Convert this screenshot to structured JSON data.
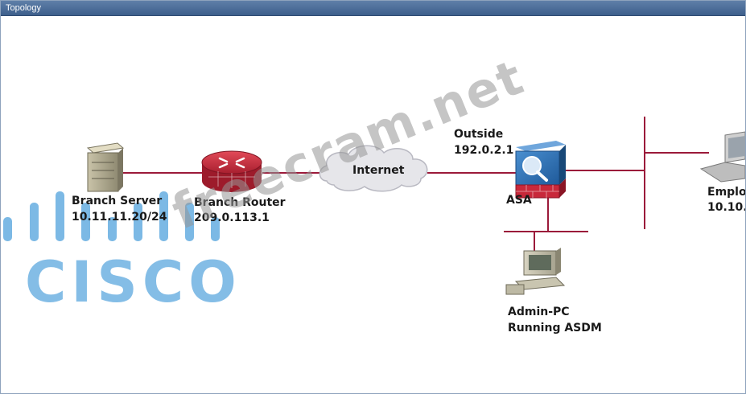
{
  "window": {
    "title": "Topology"
  },
  "devices": {
    "branch_server": {
      "name": "Branch Server",
      "ip": "10.11.11.20/24"
    },
    "branch_router": {
      "name": "Branch Router",
      "ip": "209.0.113.1"
    },
    "internet": {
      "name": "Internet"
    },
    "asa": {
      "name": "ASA",
      "outside_label": "Outside",
      "outside_ip": "192.0.2.1"
    },
    "admin_pc": {
      "name_line1": "Admin-PC",
      "name_line2": "Running ASDM"
    },
    "employee": {
      "name": "Emplo",
      "ip": "10.10."
    }
  },
  "branding": {
    "logo": "CISCO",
    "watermark": "freecram.net"
  },
  "colors": {
    "link": "#9b1a3a",
    "asa_blue": "#2f6fb3",
    "router_red": "#c8283a",
    "cisco_blue": "#5ba7de"
  }
}
